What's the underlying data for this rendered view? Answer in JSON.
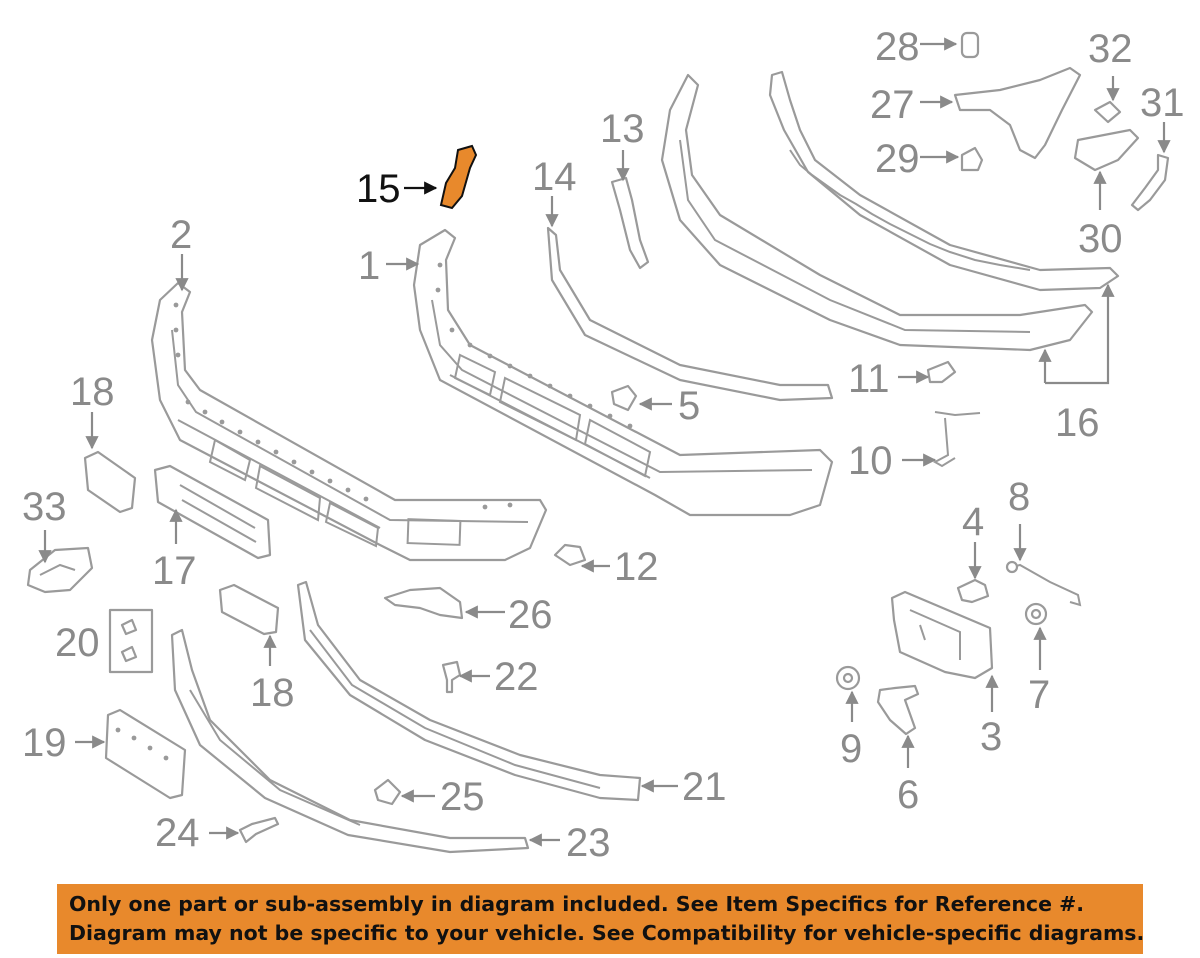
{
  "colors": {
    "notice_background": "#e8892c",
    "highlight_part": "#e8892c",
    "lines": "#9a9a9a",
    "labels": "#8a8a8a"
  },
  "highlighted_part": "15",
  "callouts": {
    "c1": "1",
    "c2": "2",
    "c3": "3",
    "c4": "4",
    "c5": "5",
    "c6": "6",
    "c7": "7",
    "c8": "8",
    "c9": "9",
    "c10": "10",
    "c11": "11",
    "c12": "12",
    "c13": "13",
    "c14": "14",
    "c15": "15",
    "c16": "16",
    "c17": "17",
    "c18a": "18",
    "c18b": "18",
    "c19": "19",
    "c20": "20",
    "c21": "21",
    "c22": "22",
    "c23": "23",
    "c24": "24",
    "c25": "25",
    "c26": "26",
    "c27": "27",
    "c28": "28",
    "c29": "29",
    "c30": "30",
    "c31": "31",
    "c32": "32",
    "c33": "33"
  },
  "notice": {
    "line1": "Only one part or sub-assembly in diagram included. See Item Specifics for Reference #.",
    "line2": "Diagram may not be specific to your vehicle. See Compatibility for vehicle-specific diagrams."
  }
}
